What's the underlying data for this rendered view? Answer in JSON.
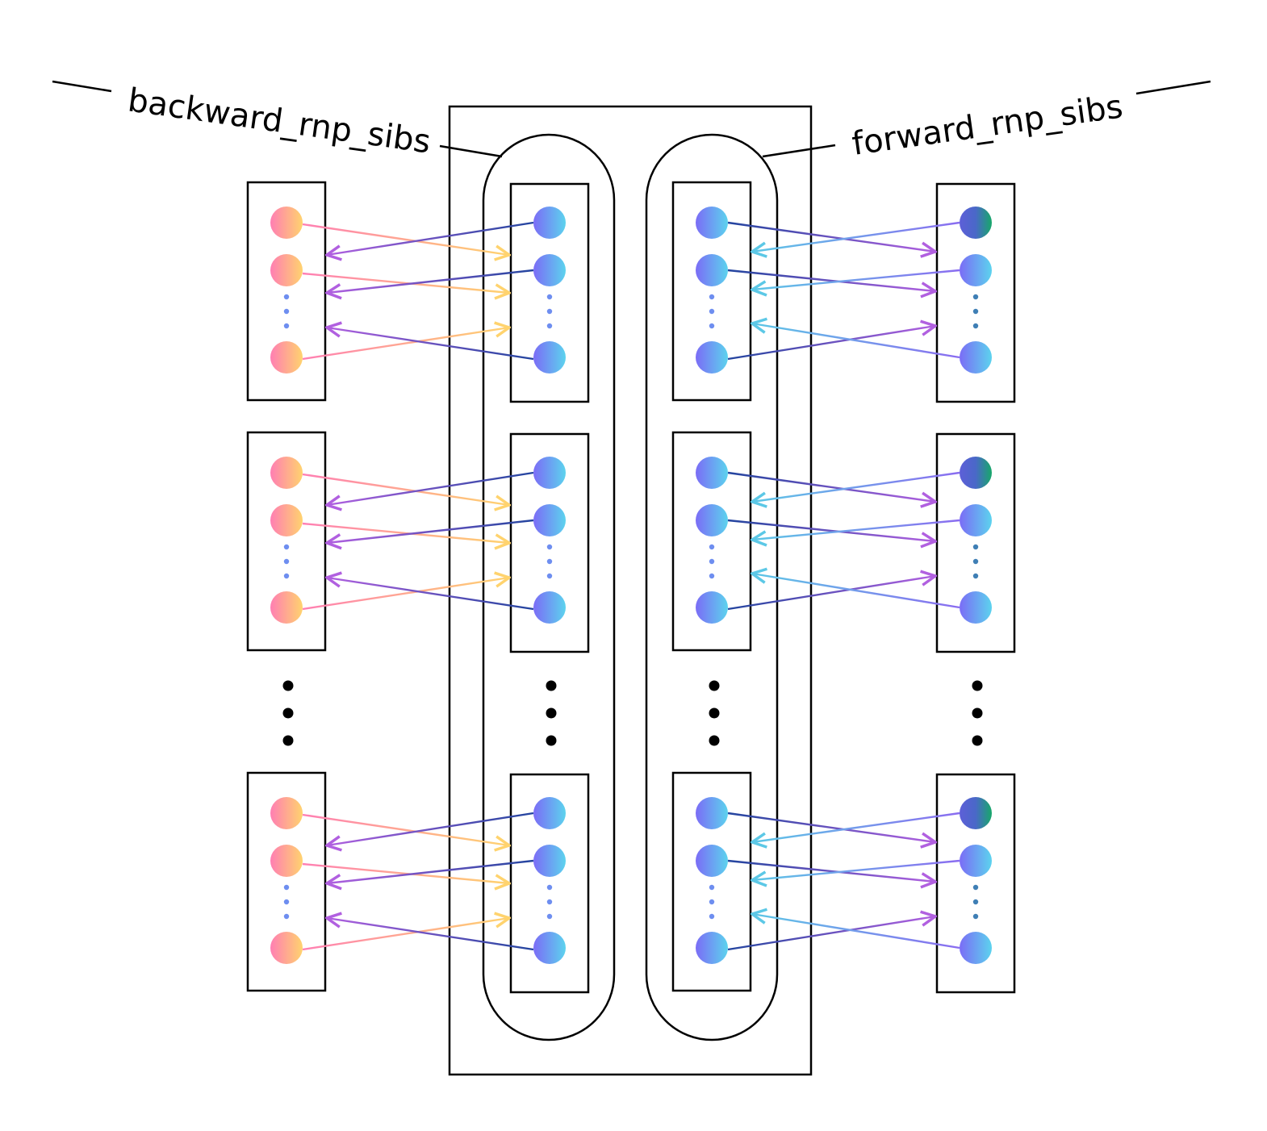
{
  "labels": {
    "backward": "backward_rnp_sibs",
    "forward": "forward_rnp_sibs"
  },
  "colors": {
    "stroke": "#000000",
    "left_node_a": "#ff7eb3",
    "left_node_b": "#ffd36e",
    "mid_node_a": "#7b6cf6",
    "mid_node_b": "#5cd3ee",
    "right_top_a": "#5d5fd8",
    "right_top_b": "#17a86a",
    "edge_pink": "#ff7eb3",
    "edge_yellow": "#ffd36e",
    "edge_navy": "#22449e",
    "edge_purple": "#b160e0",
    "edge_cyan": "#5cc8e6",
    "edge_blue": "#7b6cf6",
    "dot_blue": "#6e8ef0"
  },
  "structure": {
    "visible_groups": 3,
    "visible_nodes_per_column": 3,
    "columns": [
      "left",
      "mid_left",
      "mid_right",
      "right"
    ]
  }
}
